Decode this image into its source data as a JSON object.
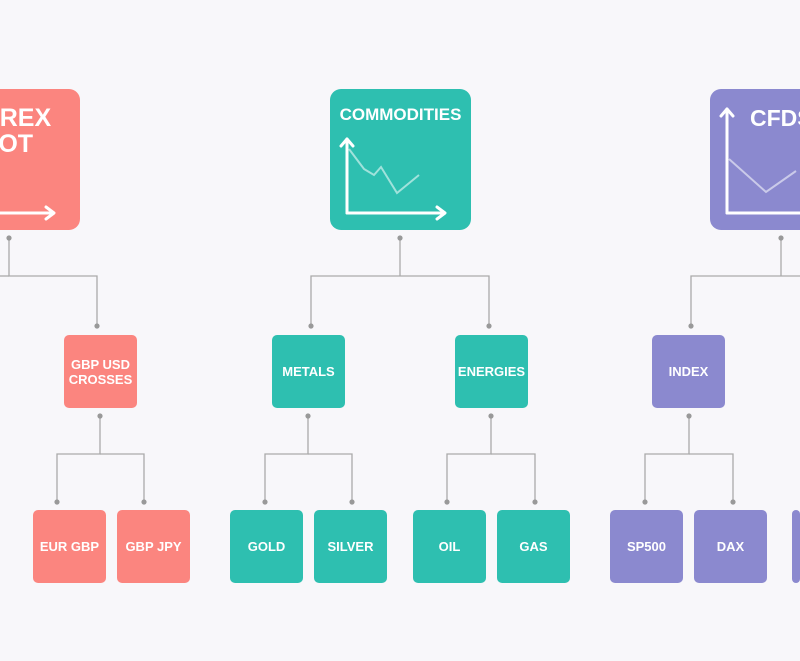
{
  "colors": {
    "background": "#f8f7fa",
    "forex": "#fb857f",
    "commodities": "#2ebfb0",
    "cfds": "#8b89cf",
    "connector": "#aaaaaa",
    "text": "#ffffff"
  },
  "diagram": {
    "forex": {
      "title_line1": "FOREX",
      "title_line2": "SPOT",
      "icon": "line-chart-icon",
      "children": {
        "gbp_usd_crosses": {
          "label": "GBP USD\nCROSSES",
          "children": {
            "eur_gbp": "EUR GBP",
            "gbp_jpy": "GBP JPY"
          }
        }
      }
    },
    "commodities": {
      "title": "COMMODITIES",
      "icon": "line-chart-icon",
      "children": {
        "metals": {
          "label": "METALS",
          "children": {
            "gold": "GOLD",
            "silver": "SILVER"
          }
        },
        "energies": {
          "label": "ENERGIES",
          "children": {
            "oil": "OIL",
            "gas": "GAS"
          }
        }
      }
    },
    "cfds": {
      "title": "CFDS",
      "icon": "line-chart-icon",
      "children": {
        "index": {
          "label": "INDEX",
          "children": {
            "sp500": "SP500",
            "dax": "DAX"
          }
        }
      }
    }
  }
}
